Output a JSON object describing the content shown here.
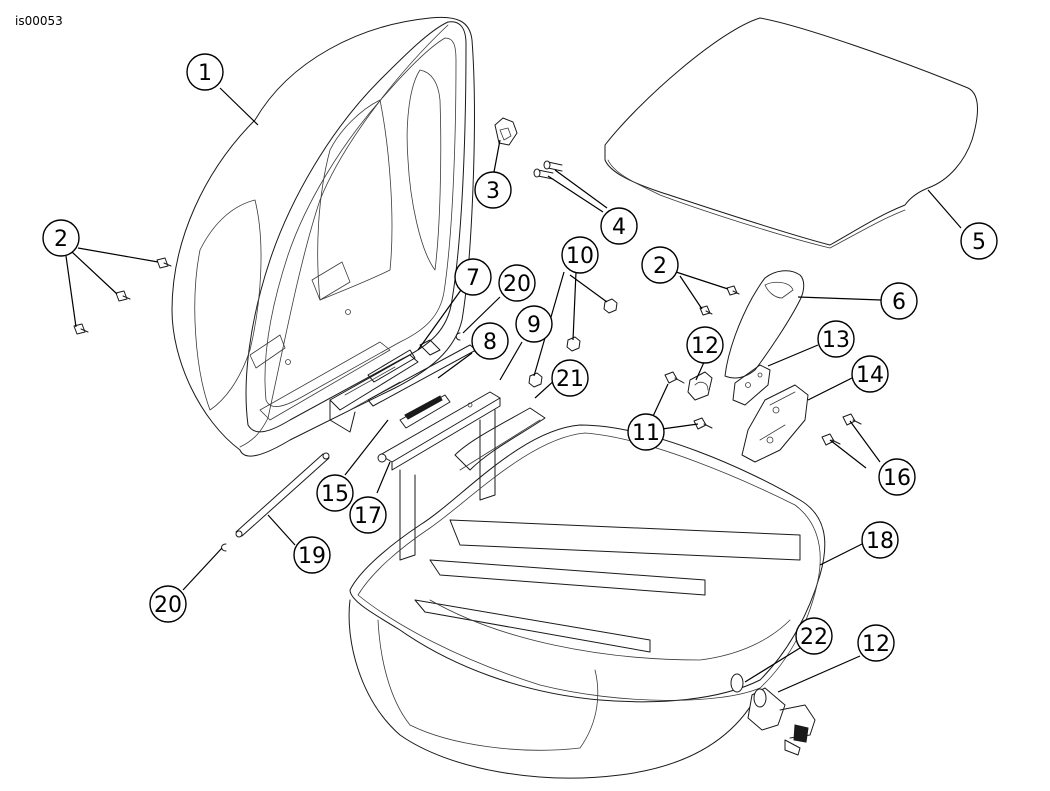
{
  "drawing_id": "is00053",
  "callouts": [
    {
      "id": "c1",
      "label": "1"
    },
    {
      "id": "c2a",
      "label": "2"
    },
    {
      "id": "c2b",
      "label": "2"
    },
    {
      "id": "c3",
      "label": "3"
    },
    {
      "id": "c4",
      "label": "4"
    },
    {
      "id": "c5",
      "label": "5"
    },
    {
      "id": "c6",
      "label": "6"
    },
    {
      "id": "c7",
      "label": "7"
    },
    {
      "id": "c8",
      "label": "8"
    },
    {
      "id": "c9",
      "label": "9"
    },
    {
      "id": "c10",
      "label": "10"
    },
    {
      "id": "c11",
      "label": "11"
    },
    {
      "id": "c12a",
      "label": "12"
    },
    {
      "id": "c12b",
      "label": "12"
    },
    {
      "id": "c13",
      "label": "13"
    },
    {
      "id": "c14",
      "label": "14"
    },
    {
      "id": "c15",
      "label": "15"
    },
    {
      "id": "c16",
      "label": "16"
    },
    {
      "id": "c17",
      "label": "17"
    },
    {
      "id": "c18",
      "label": "18"
    },
    {
      "id": "c19",
      "label": "19"
    },
    {
      "id": "c20a",
      "label": "20"
    },
    {
      "id": "c20b",
      "label": "20"
    },
    {
      "id": "c21",
      "label": "21"
    },
    {
      "id": "c22",
      "label": "22"
    }
  ]
}
